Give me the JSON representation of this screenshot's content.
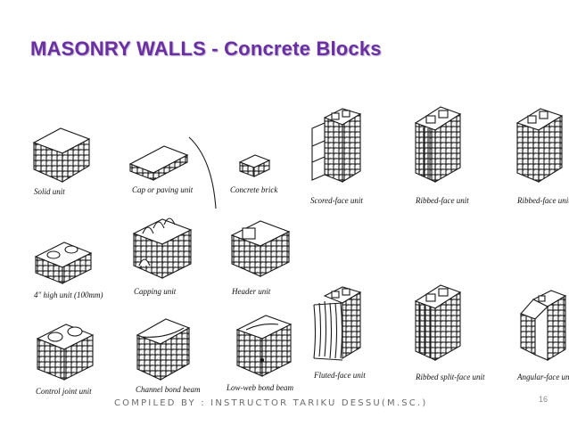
{
  "slide": {
    "title": "MASONRY WALLS  -  Concrete Blocks",
    "footer": "COMPILED BY : INSTRUCTOR TARIKU DESSU(M.SC.)",
    "page_number": "16"
  },
  "units": [
    {
      "label": "Solid unit"
    },
    {
      "label": "Cap or paving unit"
    },
    {
      "label": "Concrete brick"
    },
    {
      "label": "Scored-face unit"
    },
    {
      "label": "Ribbed-face unit"
    },
    {
      "label": "Ribbed-face unit"
    },
    {
      "label": "4\" high unit (100mm)"
    },
    {
      "label": "Capping unit"
    },
    {
      "label": "Header unit"
    },
    {
      "label": "Fluted-face unit"
    },
    {
      "label": "Ribbed split-face unit"
    },
    {
      "label": "Angular-face unit"
    },
    {
      "label": "Control joint unit"
    },
    {
      "label": "Channel bond beam"
    },
    {
      "label": "Low-web bond beam"
    }
  ],
  "colors": {
    "title": "#6a2fa0",
    "footer": "#6b6b6b"
  }
}
